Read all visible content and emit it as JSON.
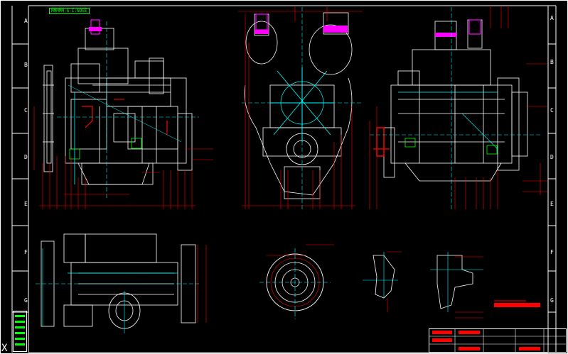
{
  "drawing": {
    "scale_tag": "MMMMM-G-I:NOSE",
    "zones_left": [
      "A",
      "B",
      "C",
      "D",
      "E",
      "F",
      "G"
    ],
    "zones_right": [
      "A",
      "B",
      "C",
      "D",
      "E",
      "F",
      "G"
    ],
    "ucs_glyph": "X",
    "colors": {
      "background": "#000000",
      "frame": "#ffffff",
      "geometry": "#ffffff",
      "dimension": "#ff0000",
      "centerline": "#00ffff",
      "highlight": "#ff00ff",
      "title_text": "#00ff00",
      "accent": "#ff0000"
    }
  }
}
